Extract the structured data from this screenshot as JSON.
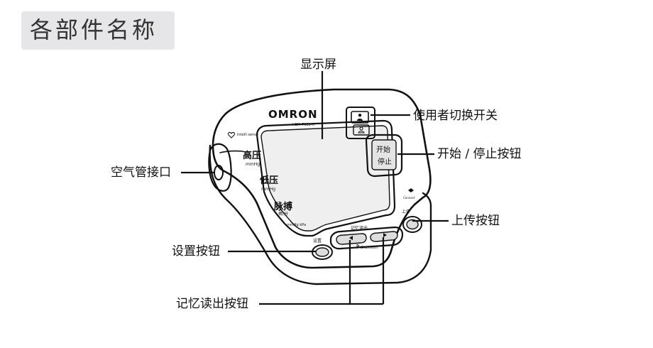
{
  "title": "各部件名称",
  "device": {
    "brand": "OMRON",
    "model": "HEM-7081-IT",
    "intelli_sense": "Intelli sense",
    "high_label": "高压",
    "low_label": "低压",
    "pulse_label": "脉搏",
    "unit_mmhg": "mmHg",
    "unit_pulse": "搏/分",
    "unit_mmhg_kpa": "mmHg\nkPa",
    "start_text_1": "开始",
    "start_text_2": "停止",
    "upload_text": "上传",
    "settings_text": "设置",
    "memory_text": "记忆读出",
    "bluetooth_text": "Bluetooth",
    "conn_text": "Connect"
  },
  "callouts": {
    "display": "显示屏",
    "user_switch": "使用者切换开关",
    "start_stop": "开始 / 停止按钮",
    "air_port": "空气管接口",
    "upload": "上传按钮",
    "settings": "设置按钮",
    "memory": "记忆读出按钮"
  }
}
